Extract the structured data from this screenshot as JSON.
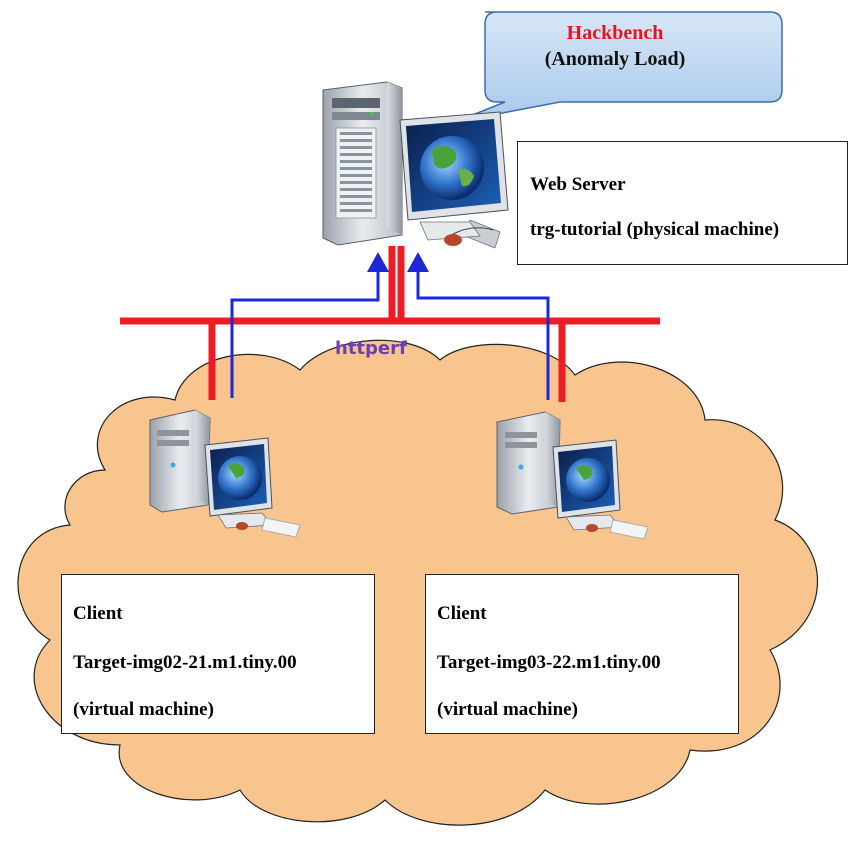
{
  "callout": {
    "title": "Hackbench",
    "subtitle": "(Anomaly Load)"
  },
  "server": {
    "role": "Web Server",
    "host": "trg-tutorial (physical machine)"
  },
  "network": {
    "tool_label": "httperf"
  },
  "clients": [
    {
      "role": "Client",
      "host": "Target-img02-21.m1.tiny.00",
      "kind": "(virtual machine)"
    },
    {
      "role": "Client",
      "host": "Target-img03-22.m1.tiny.00",
      "kind": "(virtual machine)"
    }
  ],
  "colors": {
    "cloud_fill": "#f9c58f",
    "network_red": "#ee1c24",
    "request_blue": "#1d28d6",
    "callout_fill": "#bcd6ef",
    "callout_title": "#e8141b",
    "tool_label": "#6b3fb8"
  },
  "icons": [
    "server-tower-icon",
    "globe-monitor-icon",
    "client-computer-icon",
    "mouse-icon"
  ]
}
